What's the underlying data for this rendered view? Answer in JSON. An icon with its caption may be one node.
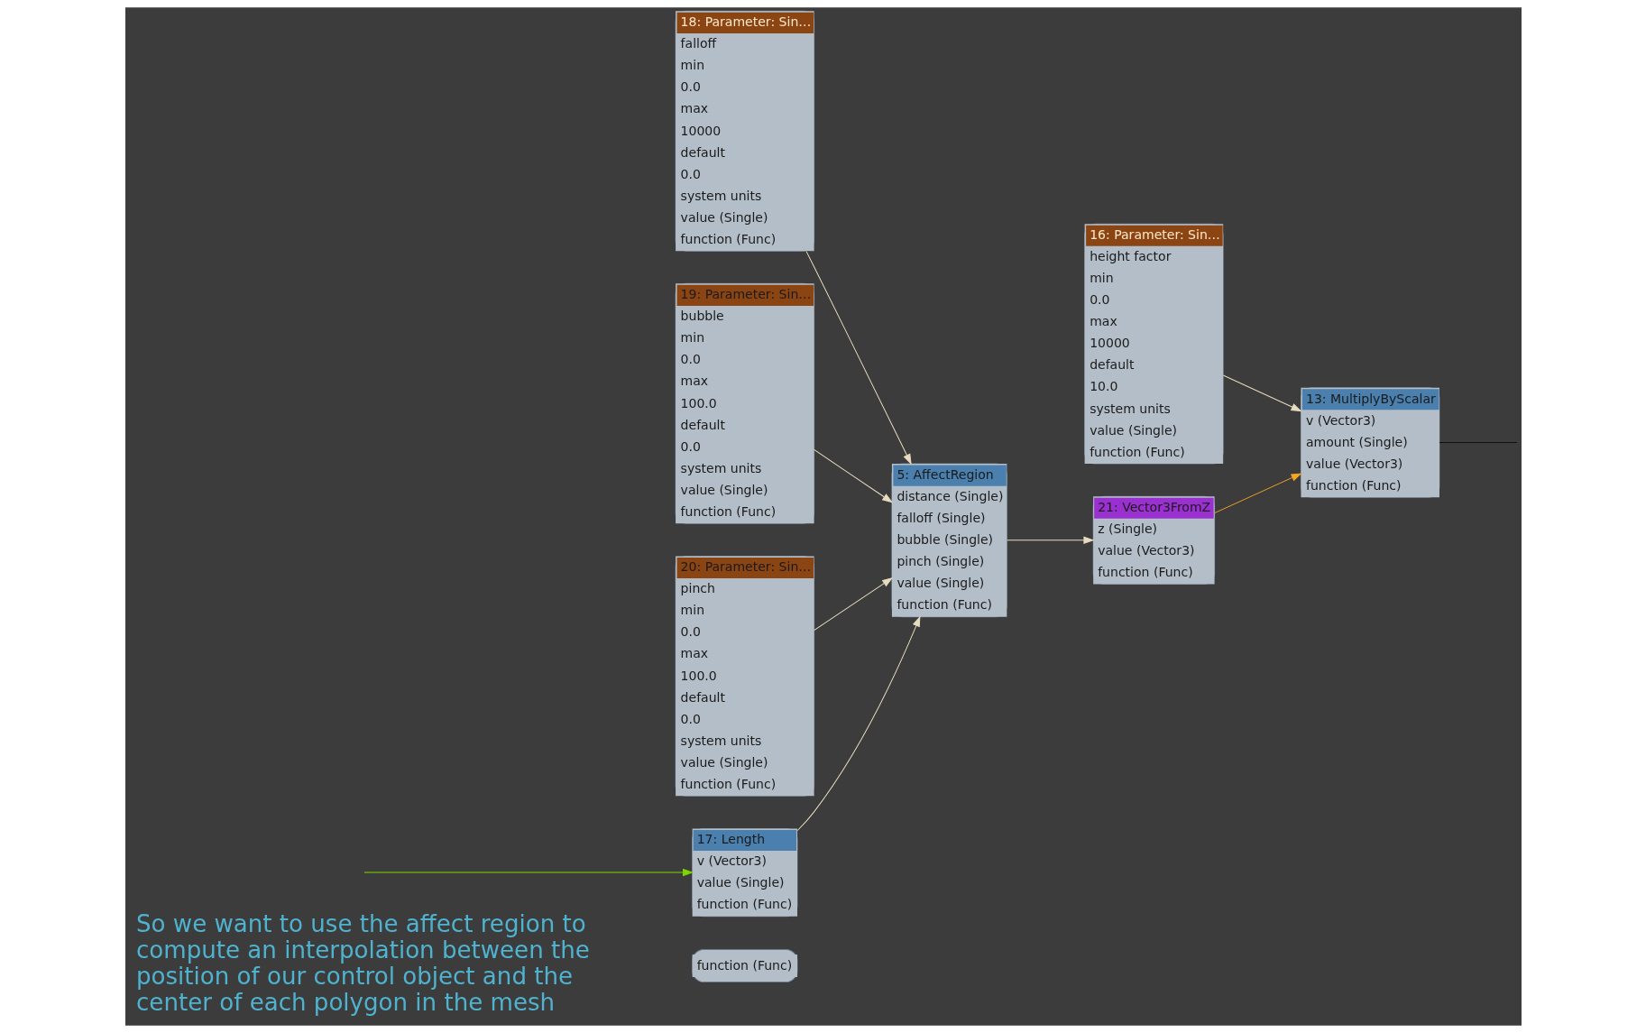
{
  "diagram": {
    "nodes": [
      {
        "text": [
          "function (Func)"
        ]
      },
      {
        "text": [
          "17: Length",
          "v (Vector3)",
          "value (Single)",
          "function (Func)"
        ]
      },
      {
        "text": [
          "18: Parameter: Sin…",
          "falloff",
          "min",
          "0.0",
          "max",
          "10000",
          "default",
          "0.0",
          "system units",
          "value (Single)",
          "function (Func)"
        ]
      },
      {
        "text": [
          "5: AffectRegion",
          "distance (Single)",
          "falloff (Single)",
          "bubble (Single)",
          "pinch (Single)",
          "value (Single)",
          "function (Func)"
        ]
      },
      {
        "text": [
          "21: Vector3FromZ",
          "z (Single)",
          "value (Vector3)",
          "function (Func)"
        ]
      },
      {
        "text": [
          "13: MultiplyByScalar",
          "v (Vector3)",
          "amount (Single)",
          "value (Vector3)",
          "function (Func)"
        ]
      },
      {
        "text": [
          "19: Parameter: Sin…",
          "bubble",
          "min",
          "0.0",
          "max",
          "100.0",
          "default",
          "0.0",
          "system units",
          "value (Single)",
          "function (Func)"
        ]
      },
      {
        "text": [
          "16: Parameter: Sin…",
          "height factor",
          "min",
          "0.0",
          "max",
          "10000",
          "default",
          "10.0",
          "system units",
          "value (Single)",
          "function (Func)"
        ]
      },
      {
        "text": [
          "20: Parameter: Sin…",
          "pinch",
          "min",
          "0.0",
          "max",
          "100.0",
          "default",
          "0.0",
          "system units",
          "value (Single)",
          "function (Func)"
        ]
      }
    ],
    "edges": [
      {
        "from": null,
        "to": 1,
        "arrow": "to",
        "color": "#7fd600"
      },
      {
        "from": 1,
        "to": 3,
        "arrow": "to"
      },
      {
        "from": 2,
        "to": 3,
        "arrow": "to"
      },
      {
        "from": 6,
        "to": 3,
        "arrow": "to"
      },
      {
        "from": 8,
        "to": 3,
        "arrow": "to"
      },
      {
        "from": 3,
        "to": 4,
        "arrow": "to"
      },
      {
        "from": 4,
        "to": 5,
        "arrow": "to",
        "color": "#f5a623"
      },
      {
        "from": 7,
        "to": 5,
        "arrow": "to"
      },
      {
        "from": 5,
        "to": null,
        "arrow": "none",
        "color": "#111111"
      }
    ],
    "labels": [
      "So we want to use the affect region to compute an interpolation between the position of our control object and the center of each polygon in the mesh"
    ]
  }
}
